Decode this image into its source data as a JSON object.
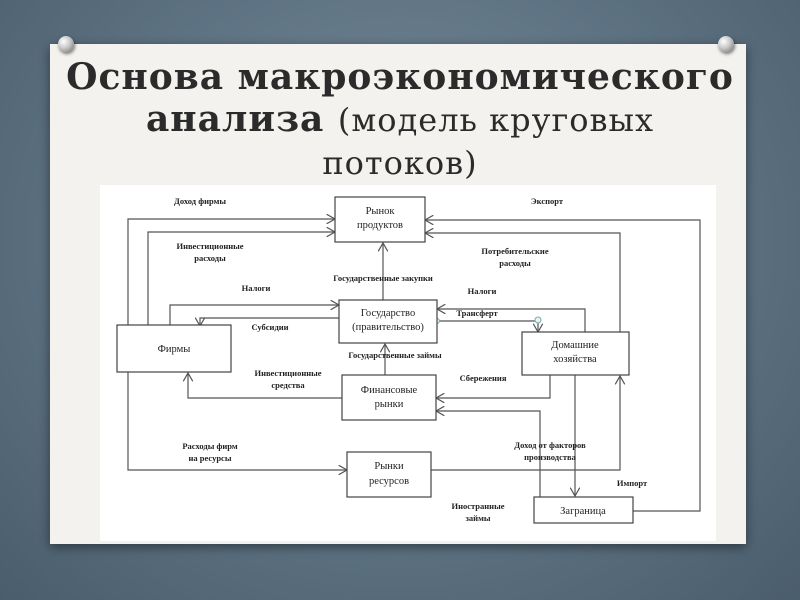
{
  "slide": {
    "title_main_1": "Основа макроэкономического",
    "title_main_2": "анализа",
    "title_sub_2": "(модель круговых",
    "title_sub_3": "потоков)"
  },
  "diagram": {
    "nodes": {
      "product_market": [
        "Рынок",
        "продуктов"
      ],
      "government": [
        "Государство",
        "(правительство)"
      ],
      "firms": [
        "Фирмы"
      ],
      "households": [
        "Домашние",
        "хозяйства"
      ],
      "financial_markets": [
        "Финансовые",
        "рынки"
      ],
      "resource_markets": [
        "Рынки",
        "ресурсов"
      ],
      "abroad": [
        "Заграница"
      ]
    },
    "flows": {
      "firm_income": [
        "Доход  фирмы"
      ],
      "investment_spending": [
        "Инвестиционные",
        "расходы"
      ],
      "taxes_firms": [
        "Налоги"
      ],
      "gov_purchases": [
        "Государственные закупки"
      ],
      "subsidies": [
        "Субсидии"
      ],
      "gov_loans": [
        "Государственные займы"
      ],
      "export": [
        "Экспорт"
      ],
      "consumer_spending": [
        "Потребительские",
        "расходы"
      ],
      "taxes_households": [
        "Налоги"
      ],
      "transfer": [
        "Трансферт"
      ],
      "savings": [
        "Сбережения"
      ],
      "investment_funds": [
        "Инвестиционные",
        "средства"
      ],
      "firm_resource_spending": [
        "Расходы фирм",
        "на ресурсы"
      ],
      "factor_income": [
        "Доход  от факторов",
        "производства"
      ],
      "import": [
        "Импорт"
      ],
      "foreign_loans": [
        "Иностранные",
        "займы"
      ]
    }
  }
}
